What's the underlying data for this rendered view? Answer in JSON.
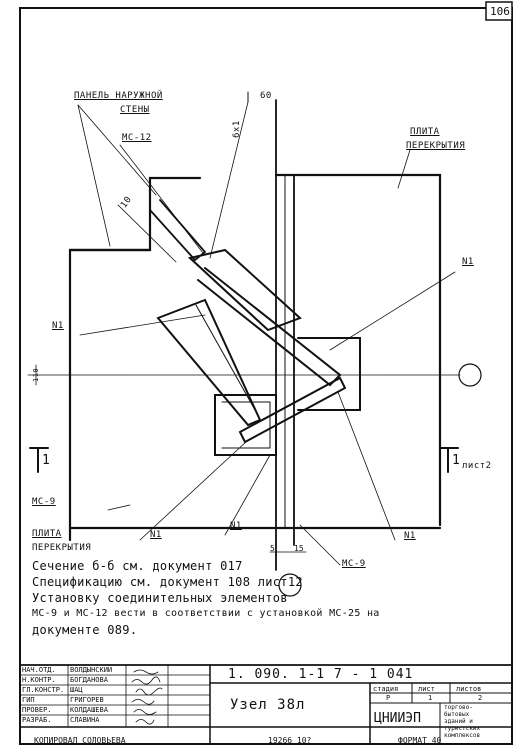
{
  "sheet_number": "106",
  "labels": {
    "panel_line1": "ПАНЕЛЬ НАРУЖНОЙ",
    "panel_line2": "СТЕНЫ",
    "dim_60": "60",
    "mc12_top": "МС-12",
    "angle_6x1": "6х1",
    "slab_top_line1": "ПЛИТА",
    "slab_top_line2": "ПЕРЕКРЫТИЯ",
    "dim_10": "10",
    "n1_right": "N1",
    "n1_left": "N1",
    "dim_110": "110",
    "section_left": "1",
    "section_right": "1",
    "section_right_ref": "лист2",
    "mc9_left": "МС-9",
    "slab_bottom_line1": "ПЛИТА",
    "slab_bottom_line2": "ПЕРЕКРЫТИЯ",
    "n1_bottom_a": "N1",
    "n1_bottom_b": "N1",
    "n1_bottom_c": "N1",
    "dim_5": "5",
    "dim_15": "15",
    "mc9_right": "МС-9"
  },
  "notes": [
    "Сечение б-б см. документ  017",
    "Спецификацию см. документ 108 лист12",
    "Установку  соединительных  элементов",
    "МС-9 и МС-12 вести  в соответствии с установкой  МС-25 на",
    "документе   089."
  ],
  "title_block": {
    "doc_code": "1. 090. 1-1    7 - 1    041",
    "drawing_name": "Узел 38л",
    "stage_header": "стадия",
    "sheet_header": "лист",
    "sheets_header": "листов",
    "stage_value": "Р",
    "sheet_value": "1",
    "sheets_value": "2",
    "org": "ЦНИИЭП",
    "org_desc": [
      "торгово-",
      "бытовых",
      "зданий и",
      "туристских",
      "комплексов"
    ],
    "staff": [
      {
        "role": "НАЧ.ОТД.",
        "name": "ВОЛДЫНСКИЙ"
      },
      {
        "role": "Н.КОНТР.",
        "name": "БОГДАНОВА"
      },
      {
        "role": "ГЛ.КОНСТР.",
        "name": "ШАЦ"
      },
      {
        "role": "ГИП",
        "name": "ГРИГОРЕВ"
      },
      {
        "role": "ПРОВЕР.",
        "name": "КОЛДАШЕВА"
      },
      {
        "role": "РАЗРАБ.",
        "name": "СЛАВИНА"
      }
    ]
  },
  "footer": {
    "copied": "КОПИРОВАЛ   СОЛОВЬЕВА",
    "inventory": "19266      10? ",
    "format": "ФОРМАТ 40"
  }
}
